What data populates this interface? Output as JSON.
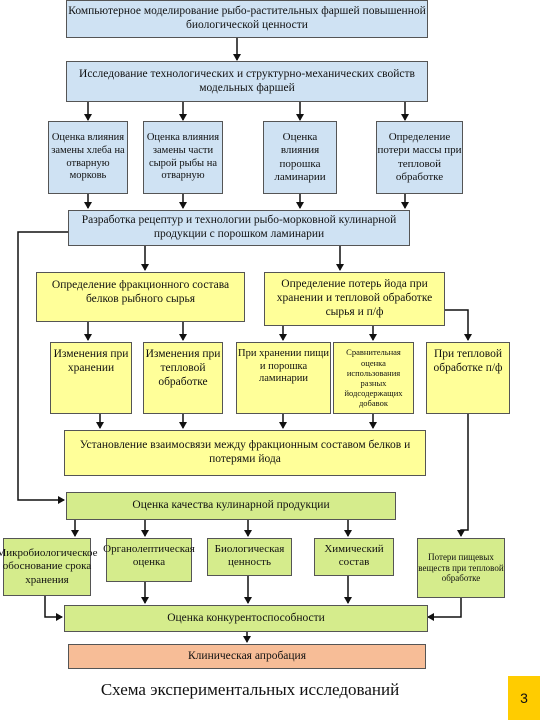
{
  "boxes": {
    "b1": "Компьютерное моделирование рыбо-растительных фаршей повышенной биологической ценности",
    "b2": "Исследование технологических и структурно-механических свойств модельных фаршей",
    "b3a": "Оценка влияния замены хлеба на отварную морковь",
    "b3b": "Оценка влияния замены части сырой рыбы на отварную",
    "b3c": "Оценка влияния порошка ламинарии",
    "b3d": "Определение потери массы при тепловой обработке",
    "b4": "Разработка рецептур и технологии рыбо-морковной кулинарной продукции с порошком ламинарии",
    "b5a": "Определение фракционного состава белков рыбного сырья",
    "b5b": "Определение потерь йода при хранении и тепловой обработке сырья и п/ф",
    "b6a": "Изменения при хранении",
    "b6b": "Изменения при тепловой обработке",
    "b6c": "При хранении пищи и порошка ламинарии",
    "b6d": "Сравнительная оценка использования разных йодсодержащих добавок",
    "b6e": "При тепловой обработке п/ф",
    "b7": "Установление взаимосвязи между фракционным составом белков и потерями йода",
    "b8": "Оценка качества кулинарной продукции",
    "b9a": "Микробиологическое обоснование срока хранения",
    "b9b": "Органолептическая оценка",
    "b9c": "Биологическая ценность",
    "b9d": "Химический состав",
    "b9e": "Потери пищевых веществ при тепловой обработке",
    "b10": "Оценка конкурентоспособности",
    "b11": "Клиническая апробация"
  },
  "caption": "Схема экспериментальных исследований",
  "page_number": "3"
}
